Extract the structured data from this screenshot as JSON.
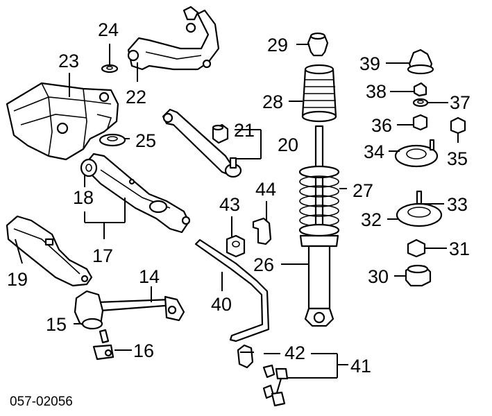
{
  "diagram": {
    "labels": {
      "p14": "14",
      "p15": "15",
      "p16": "16",
      "p17": "17",
      "p18": "18",
      "p19": "19",
      "p20": "20",
      "p21": "21",
      "p22": "22",
      "p23": "23",
      "p24": "24",
      "p25": "25",
      "p26": "26",
      "p27": "27",
      "p28": "28",
      "p29": "29",
      "p30": "30",
      "p31": "31",
      "p32": "32",
      "p33": "33",
      "p34": "34",
      "p35": "35",
      "p36": "36",
      "p37": "37",
      "p38": "38",
      "p39": "39",
      "p40": "40",
      "p41": "41",
      "p42": "42",
      "p43": "43",
      "p44": "44"
    },
    "figure_code": "057-02056"
  }
}
